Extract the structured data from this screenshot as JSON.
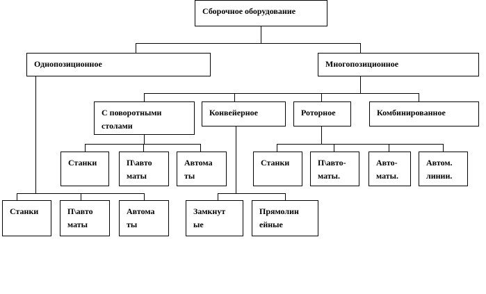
{
  "root": "Сборочное оборудование",
  "single": {
    "label": "Однопозиционное",
    "children": [
      "Станки",
      "П\\авто\nматы",
      "Автома\nты"
    ]
  },
  "multi": {
    "label": "Многопозиционное",
    "children": [
      {
        "label": "С поворотными\nстолами",
        "children": [
          "Станки",
          "П\\авто\nматы",
          "Автома\nты"
        ]
      },
      {
        "label": "Конвейерное",
        "children": [
          "Замкнут\nые",
          "Прямолин\nейные"
        ]
      },
      {
        "label": "Роторное",
        "children": [
          "Станки",
          "П\\авто-\nматы.",
          "Авто-\nматы.",
          "Автом.\nлинии."
        ]
      },
      {
        "label": "Комбинированное",
        "children": []
      }
    ]
  }
}
